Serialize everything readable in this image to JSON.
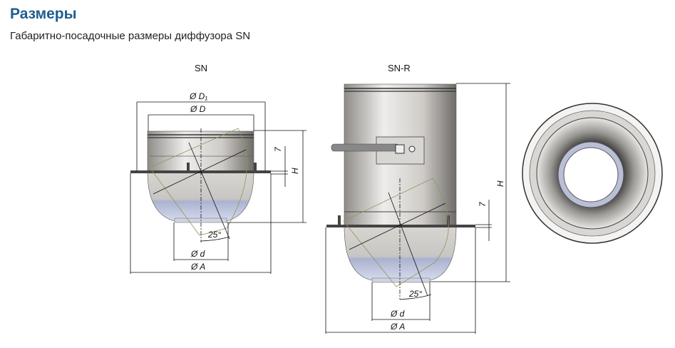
{
  "header": {
    "title": "Размеры",
    "subtitle": "Габаритно-посадочные размеры диффузора SN"
  },
  "drawings": {
    "sn": {
      "label": "SN",
      "dims": {
        "D1": "Ø D₁",
        "D": "Ø D",
        "H": "H",
        "seven": "7",
        "angle": "25°",
        "d": "Ø d",
        "A": "Ø A"
      }
    },
    "snr": {
      "label": "SN-R",
      "dims": {
        "H": "H",
        "seven": "7",
        "angle": "25°",
        "d": "Ø d",
        "A": "Ø A"
      }
    }
  },
  "colors": {
    "title": "#1f5d8e",
    "body": "#c9c7c4",
    "bowl_bottom": "#b9c0d8",
    "outline_green": "#8a9a5a"
  }
}
